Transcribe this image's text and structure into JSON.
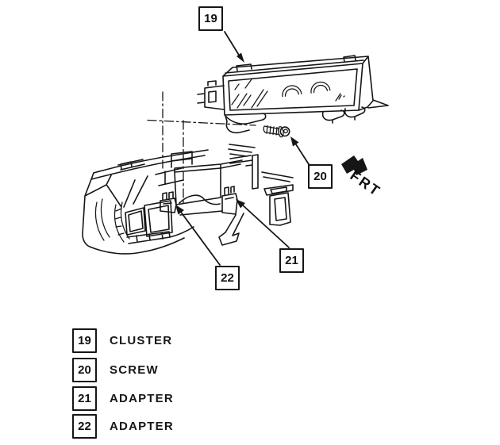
{
  "figure": {
    "callouts": [
      {
        "num": "19"
      },
      {
        "num": "20"
      },
      {
        "num": "21"
      },
      {
        "num": "22"
      }
    ],
    "frt_label": "FRT"
  },
  "legend": {
    "items": [
      {
        "num": "19",
        "label": "CLUSTER"
      },
      {
        "num": "20",
        "label": "SCREW"
      },
      {
        "num": "21",
        "label": "ADAPTER"
      },
      {
        "num": "22",
        "label": "ADAPTER"
      }
    ]
  },
  "colors": {
    "ink": "#161616",
    "paper": "#ffffff"
  }
}
